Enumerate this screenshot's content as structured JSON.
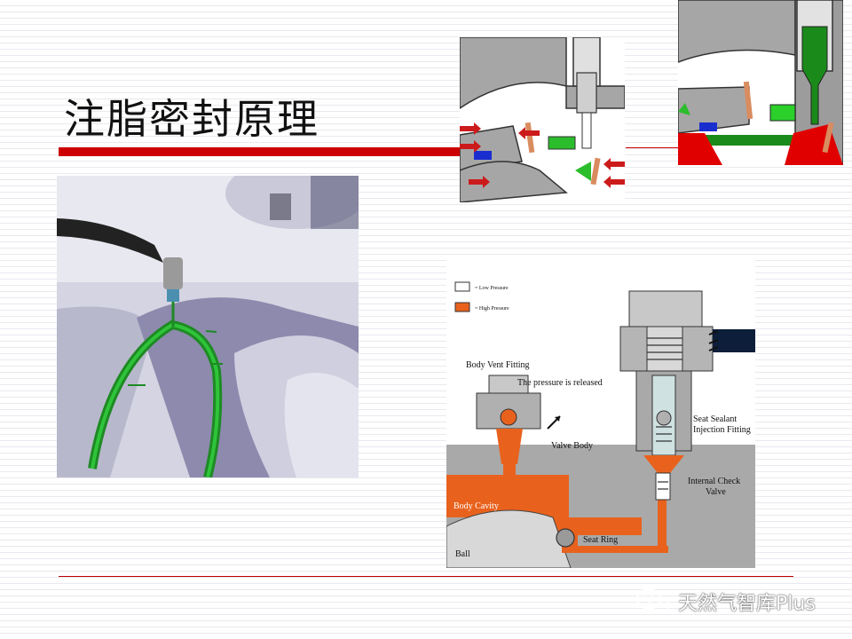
{
  "title": "注脂密封原理",
  "watermark": "天然气智库Plus",
  "legend": {
    "low_pressure": "= Low Pressure",
    "high_pressure": "= High Pressure"
  },
  "diagram_labels": {
    "body_vent_fitting": "Body Vent Fitting",
    "pressure_released": "The pressure is released",
    "valve_body": "Valve Body",
    "seat_sealant_line1": "Seat Sealant",
    "seat_sealant_line2": "Injection Fitting",
    "internal_check_line1": "Internal Check",
    "internal_check_line2": "Valve",
    "body_cavity": "Body Cavity",
    "seat_ring": "Seat Ring",
    "ball": "Ball"
  },
  "colors": {
    "accent_red": "#cc0000",
    "sealant_green": "#1a9a2a",
    "high_pressure_orange": "#e8621e",
    "pressure_red": "#e00000",
    "metal_gray": "#a8a8a8"
  }
}
